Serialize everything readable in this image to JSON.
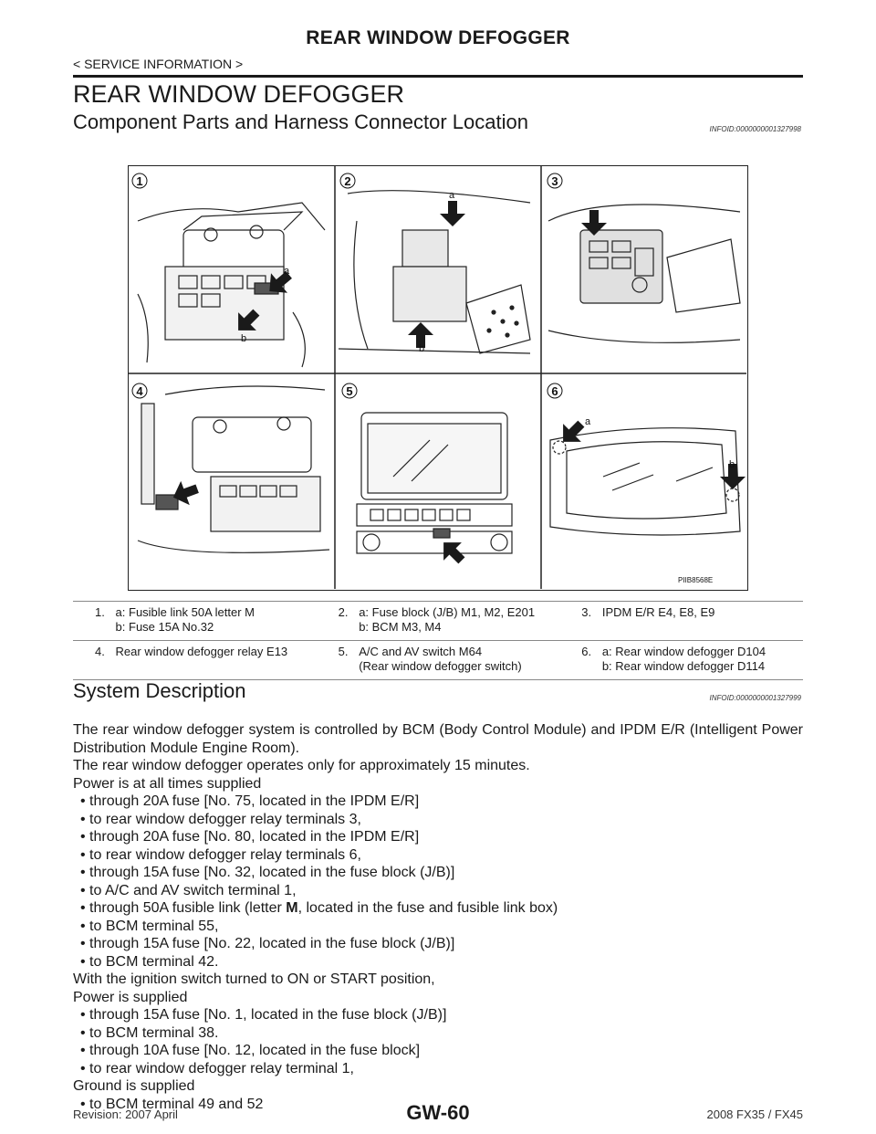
{
  "header": {
    "title": "REAR WINDOW DEFOGGER",
    "breadcrumb": "< SERVICE INFORMATION >"
  },
  "section_title": "REAR WINDOW DEFOGGER",
  "component_section": {
    "title": "Component Parts and Harness Connector Location",
    "infoid": "INFOID:0000000001327998"
  },
  "figure": {
    "panel_numbers": [
      "1",
      "2",
      "3",
      "4",
      "5",
      "6"
    ],
    "callouts": {
      "a": "a",
      "b": "b"
    },
    "code": "PIIB8568E"
  },
  "legend": [
    {
      "num": "1.",
      "text": "a: Fusible link 50A letter M\nb: Fuse 15A No.32"
    },
    {
      "num": "2.",
      "text": "a: Fuse block (J/B) M1, M2, E201\nb: BCM M3, M4"
    },
    {
      "num": "3.",
      "text": "IPDM E/R E4, E8, E9"
    },
    {
      "num": "4.",
      "text": "Rear window defogger relay  E13"
    },
    {
      "num": "5.",
      "text": "A/C and AV switch M64\n(Rear window defogger switch)"
    },
    {
      "num": "6.",
      "text": "a: Rear window defogger D104\nb: Rear window defogger D114"
    }
  ],
  "system_section": {
    "title": "System Description",
    "infoid": "INFOID:0000000001327999"
  },
  "body": {
    "intro": "The rear window defogger system is controlled by BCM (Body Control Module) and IPDM E/R (Intelligent Power Distribution Module Engine Room).",
    "line2": "The rear window defogger  operates only for approximately 15 minutes.",
    "line3": "Power is at all times supplied",
    "bullets1": [
      "through 20A fuse [No. 75, located in the IPDM E/R]",
      "to rear window defogger relay terminals 3,",
      "through 20A fuse [No. 80, located in the IPDM E/R]",
      "to rear window defogger relay terminals 6,",
      "through 15A fuse [No. 32, located in the fuse block (J/B)]",
      "to A/C and AV switch terminal 1,"
    ],
    "fusible_pre": "through 50A fusible link (letter ",
    "fusible_bold": "M",
    "fusible_post": ", located in the fuse and fusible link box)",
    "bullets2": [
      "to BCM terminal 55,",
      "through 15A fuse [No. 22, located in the fuse block (J/B)]",
      "to BCM terminal 42."
    ],
    "line4": "With the ignition switch turned to ON or START position,",
    "line5": "Power is supplied",
    "bullets3": [
      "through 15A fuse [No. 1, located in the fuse block (J/B)]",
      "to BCM terminal 38.",
      "through 10A fuse [No. 12, located in the fuse block]",
      "to rear window defogger relay terminal 1,"
    ],
    "line6": "Ground is supplied",
    "bullets4": [
      "to BCM terminal 49 and 52"
    ]
  },
  "footer": {
    "revision": "Revision: 2007 April",
    "page": "GW-60",
    "model": "2008 FX35 / FX45"
  }
}
